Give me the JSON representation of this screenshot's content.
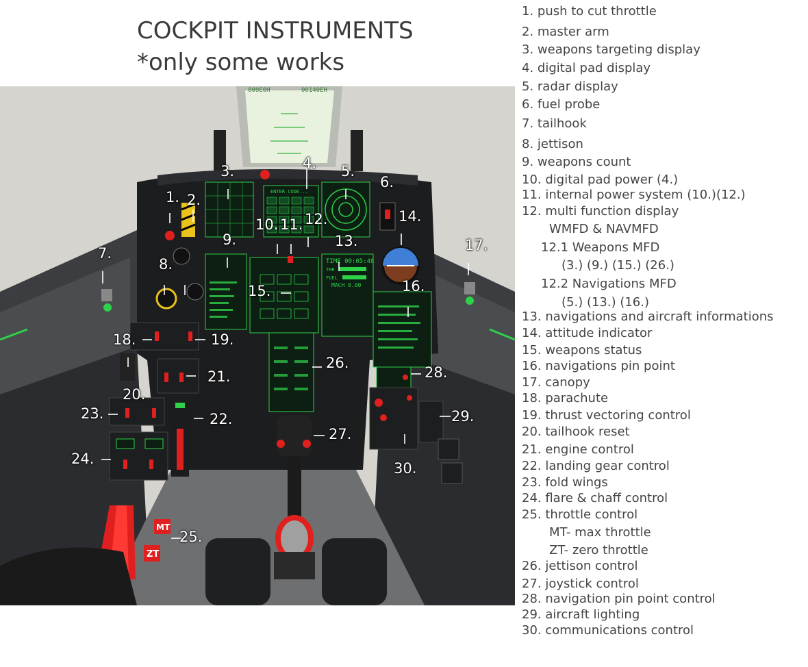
{
  "title": {
    "line1": "COCKPIT INSTRUMENTS",
    "line2": "*only some works"
  },
  "callouts": [
    {
      "label": "1."
    },
    {
      "label": "2."
    },
    {
      "label": "3."
    },
    {
      "label": "4."
    },
    {
      "label": "5."
    },
    {
      "label": "6."
    },
    {
      "label": "7."
    },
    {
      "label": "8."
    },
    {
      "label": "9."
    },
    {
      "label": "10."
    },
    {
      "label": "11."
    },
    {
      "label": "12."
    },
    {
      "label": "13."
    },
    {
      "label": "14."
    },
    {
      "label": "15."
    },
    {
      "label": "16."
    },
    {
      "label": "17."
    },
    {
      "label": "18."
    },
    {
      "label": "19."
    },
    {
      "label": "20."
    },
    {
      "label": "21."
    },
    {
      "label": "22."
    },
    {
      "label": "23."
    },
    {
      "label": "24."
    },
    {
      "label": "25."
    },
    {
      "label": "26."
    },
    {
      "label": "27."
    },
    {
      "label": "28."
    },
    {
      "label": "29."
    },
    {
      "label": "30."
    }
  ],
  "screen_text": {
    "hud_left": "000E0H",
    "hud_right": "00140EH",
    "keypad_header": "ENTER CODE...",
    "time": "TIME 00:05:48",
    "thr": "THR",
    "fuel": "FUEL",
    "mach": "MACH 0.00",
    "mt": "MT",
    "zt": "ZT"
  },
  "legend": [
    {
      "text": "1. push to cut throttle"
    },
    {
      "text": "2. master arm"
    },
    {
      "text": "3. weapons targeting display"
    },
    {
      "text": "4. digital pad display"
    },
    {
      "text": "5. radar display"
    },
    {
      "text": "6. fuel probe"
    },
    {
      "text": "7. tailhook"
    },
    {
      "text": "8. jettison"
    },
    {
      "text": "9. weapons count"
    },
    {
      "text": "10. digital pad power (4.)"
    },
    {
      "text": "11. internal power system (10.)(12.)"
    },
    {
      "text": "12. multi function display"
    },
    {
      "text": "WMFD & NAVMFD"
    },
    {
      "text": "12.1 Weapons MFD"
    },
    {
      "text": "(3.) (9.) (15.) (26.)"
    },
    {
      "text": "12.2 Navigations MFD"
    },
    {
      "text": "(5.) (13.) (16.)"
    },
    {
      "text": "13. navigations and aircraft informations"
    },
    {
      "text": "14. attitude indicator"
    },
    {
      "text": "15. weapons status"
    },
    {
      "text": "16. navigations pin point"
    },
    {
      "text": "17. canopy"
    },
    {
      "text": "18. parachute"
    },
    {
      "text": "19. thrust vectoring control"
    },
    {
      "text": "20. tailhook reset"
    },
    {
      "text": "21. engine control"
    },
    {
      "text": "22. landing gear control"
    },
    {
      "text": "23. fold wings"
    },
    {
      "text": "24. flare & chaff control"
    },
    {
      "text": "25. throttle control"
    },
    {
      "text": "MT- max throttle"
    },
    {
      "text": "ZT- zero throttle"
    },
    {
      "text": "26. jettison control"
    },
    {
      "text": "27. joystick control"
    },
    {
      "text": "28. navigation pin point control"
    },
    {
      "text": "29. aircraft lighting"
    },
    {
      "text": "30. communications control"
    }
  ],
  "colors": {
    "display_green": "#2fd14a",
    "warning_red": "#e0201e",
    "panel_dark": "#1c1d1f"
  }
}
